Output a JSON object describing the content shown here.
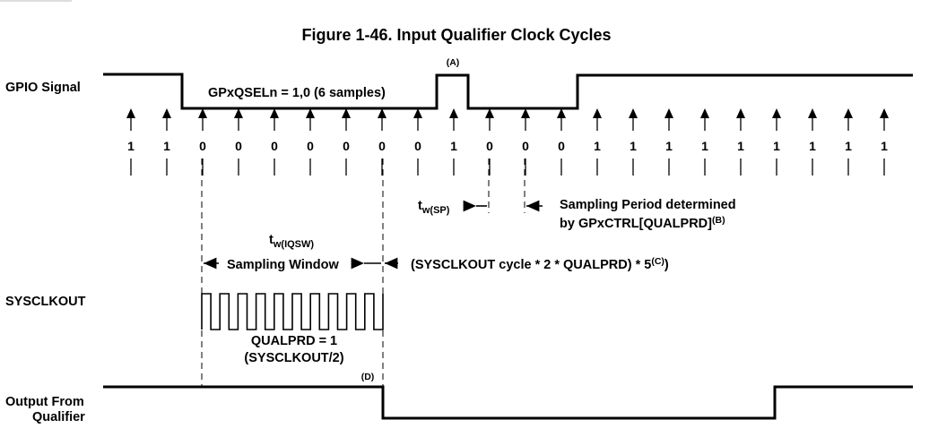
{
  "figure": {
    "title": "Figure 1-46. Input Qualifier Clock Cycles"
  },
  "signals": {
    "gpio_label": "GPIO Signal",
    "sysclkout_label": "SYSCLKOUT",
    "output_label_line1": "Output From",
    "output_label_line2": "Qualifier"
  },
  "annotations": {
    "qsel": "GPxQSELn = 1,0 (6 samples)",
    "note_a": "(A)",
    "tw_sp_main": "t",
    "tw_sp_sub": "w(SP)",
    "sampling_period_line1": "Sampling Period determined",
    "sampling_period_line2_main": "by GPxCTRL[QUALPRD]",
    "sampling_period_line2_sup": "(B)",
    "tw_iqsw_main": "t",
    "tw_iqsw_sub": "w(IQSW)",
    "sampling_window": "Sampling Window",
    "formula_main": "(SYSCLKOUT cycle  * 2 * QUALPRD) * 5",
    "formula_sup": "(C)",
    "formula_close": ")",
    "qualprd_line1": "QUALPRD = 1",
    "qualprd_line2": "(SYSCLKOUT/2)",
    "note_d": "(D)"
  },
  "samples": [
    "1",
    "1",
    "0",
    "0",
    "0",
    "0",
    "0",
    "0",
    "0",
    "1",
    "0",
    "0",
    "0",
    "1",
    "1",
    "1",
    "1",
    "1",
    "1",
    "1",
    "1",
    "1"
  ]
}
